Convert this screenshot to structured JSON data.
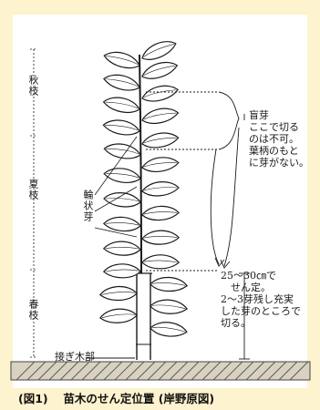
{
  "labels": {
    "autumn_branch": "秋枝",
    "summer_branch": "夏枝",
    "spring_branch": "春枝",
    "whorl_bud": "輪状芽",
    "graft_union": "接ぎ木部",
    "blind_bud": "盲芽\nここで切る\nのは不可。\n葉柄のもと\nに芽がない。",
    "prune_note": "25～30㎝で\n　せん定。\n2～3芽残し充実\nした芽のところで\n切る。"
  },
  "caption": {
    "fig_no": "(図1)",
    "title": "苗木のせん定位置",
    "source": "(岸野原図)"
  },
  "colors": {
    "background": "#fdf3cf",
    "ink": "#1a1a1a",
    "ground": "#555555"
  }
}
